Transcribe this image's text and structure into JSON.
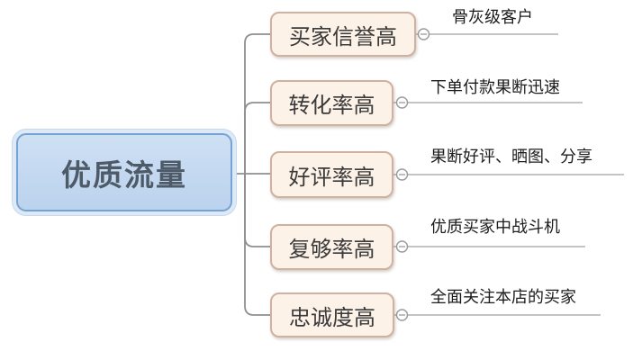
{
  "diagram": {
    "type": "mindmap",
    "root": {
      "label": "优质流量"
    },
    "branches": [
      {
        "label": "买家信誉高",
        "note": "骨灰级客户"
      },
      {
        "label": "转化率高",
        "note": "下单付款果断迅速"
      },
      {
        "label": "好评率高",
        "note": "果断好评、晒图、分享"
      },
      {
        "label": "复够率高",
        "note": "优质买家中战斗机"
      },
      {
        "label": "忠诚度高",
        "note": "全面关注本店的买家"
      }
    ],
    "colors": {
      "root_fill": "#c3d8f0",
      "root_border": "#76a3d3",
      "root_halo": "#dde9f6",
      "root_text": "#4e5a68",
      "branch_fill": "#fdf2e8",
      "branch_border": "#cfb1a1",
      "branch_text": "#3a3a3a",
      "leaf_text": "#1c1c1c",
      "connector": "#8f8f8f",
      "leaf_line": "#b0b0b0",
      "background": "#ffffff"
    }
  }
}
